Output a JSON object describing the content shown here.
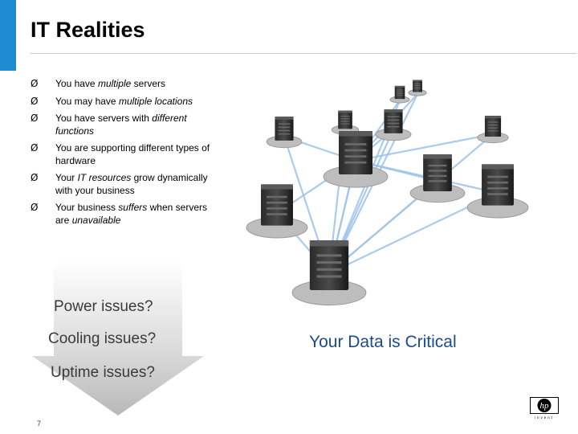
{
  "slide": {
    "title": "IT Realities",
    "bullet_marker": "Ø",
    "bullets": [
      [
        {
          "t": "You have "
        },
        {
          "t": "multiple",
          "i": true
        },
        {
          "t": " servers"
        }
      ],
      [
        {
          "t": "You may have "
        },
        {
          "t": "multiple locations",
          "i": true
        }
      ],
      [
        {
          "t": "You have servers with "
        },
        {
          "t": "different functions",
          "i": true
        }
      ],
      [
        {
          "t": "You are supporting different types of hardware"
        }
      ],
      [
        {
          "t": "Your "
        },
        {
          "t": "IT resources",
          "i": true
        },
        {
          "t": " grow dynamically with your business"
        }
      ],
      [
        {
          "t": "Your business "
        },
        {
          "t": "suffers",
          "i": true
        },
        {
          "t": " when servers are "
        },
        {
          "t": "unavailable",
          "i": true
        }
      ]
    ],
    "issues": [
      "Power issues?",
      "Cooling issues?",
      "Uptime issues?"
    ],
    "callout": "Your Data is Critical",
    "page_number": "7"
  },
  "colors": {
    "accent_bar": "#1f8bd0",
    "callout_text": "#1a4b8c",
    "link_lines": "#9cc3ea"
  },
  "graphic": {
    "icon": "network-of-servers"
  },
  "logo": {
    "icon": "hp-invent-logo",
    "text": "hp",
    "tagline": "invent"
  }
}
